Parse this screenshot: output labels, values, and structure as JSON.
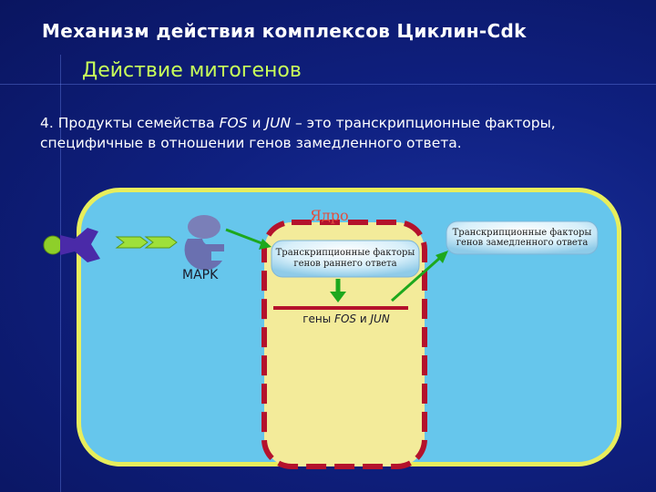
{
  "slide": {
    "title": "Механизм действия комплексов Циклин-Cdk",
    "subtitle": "Действие митогенов",
    "paragraph": {
      "prefix": "4. Продукты семейства ",
      "fos": "FOS",
      "and": " и ",
      "jun": "JUN",
      "suffix": " – это транскрипционные факторы, специфичные в отношении генов замедленного ответа."
    }
  },
  "diagram": {
    "nucleus_label": "Ядро",
    "mapk_label": "MAPK",
    "early_tf_label": "Транскрипционные факторы генов раннего ответа",
    "late_tf_label": "Транскрипционные факторы генов замедленного ответа",
    "genes": {
      "prefix": "гены ",
      "fos": "FOS",
      "and": " и ",
      "jun": "JUN"
    }
  },
  "colors": {
    "background": "#0d1a6e",
    "cytoplasm": "#66c6ec",
    "membrane": "#e8ee5c",
    "nucleus_fill": "#f3eb9a",
    "nucleus_border": "#b4122c",
    "arrow": "#1da81d",
    "subtitle": "#c8ff5a"
  }
}
